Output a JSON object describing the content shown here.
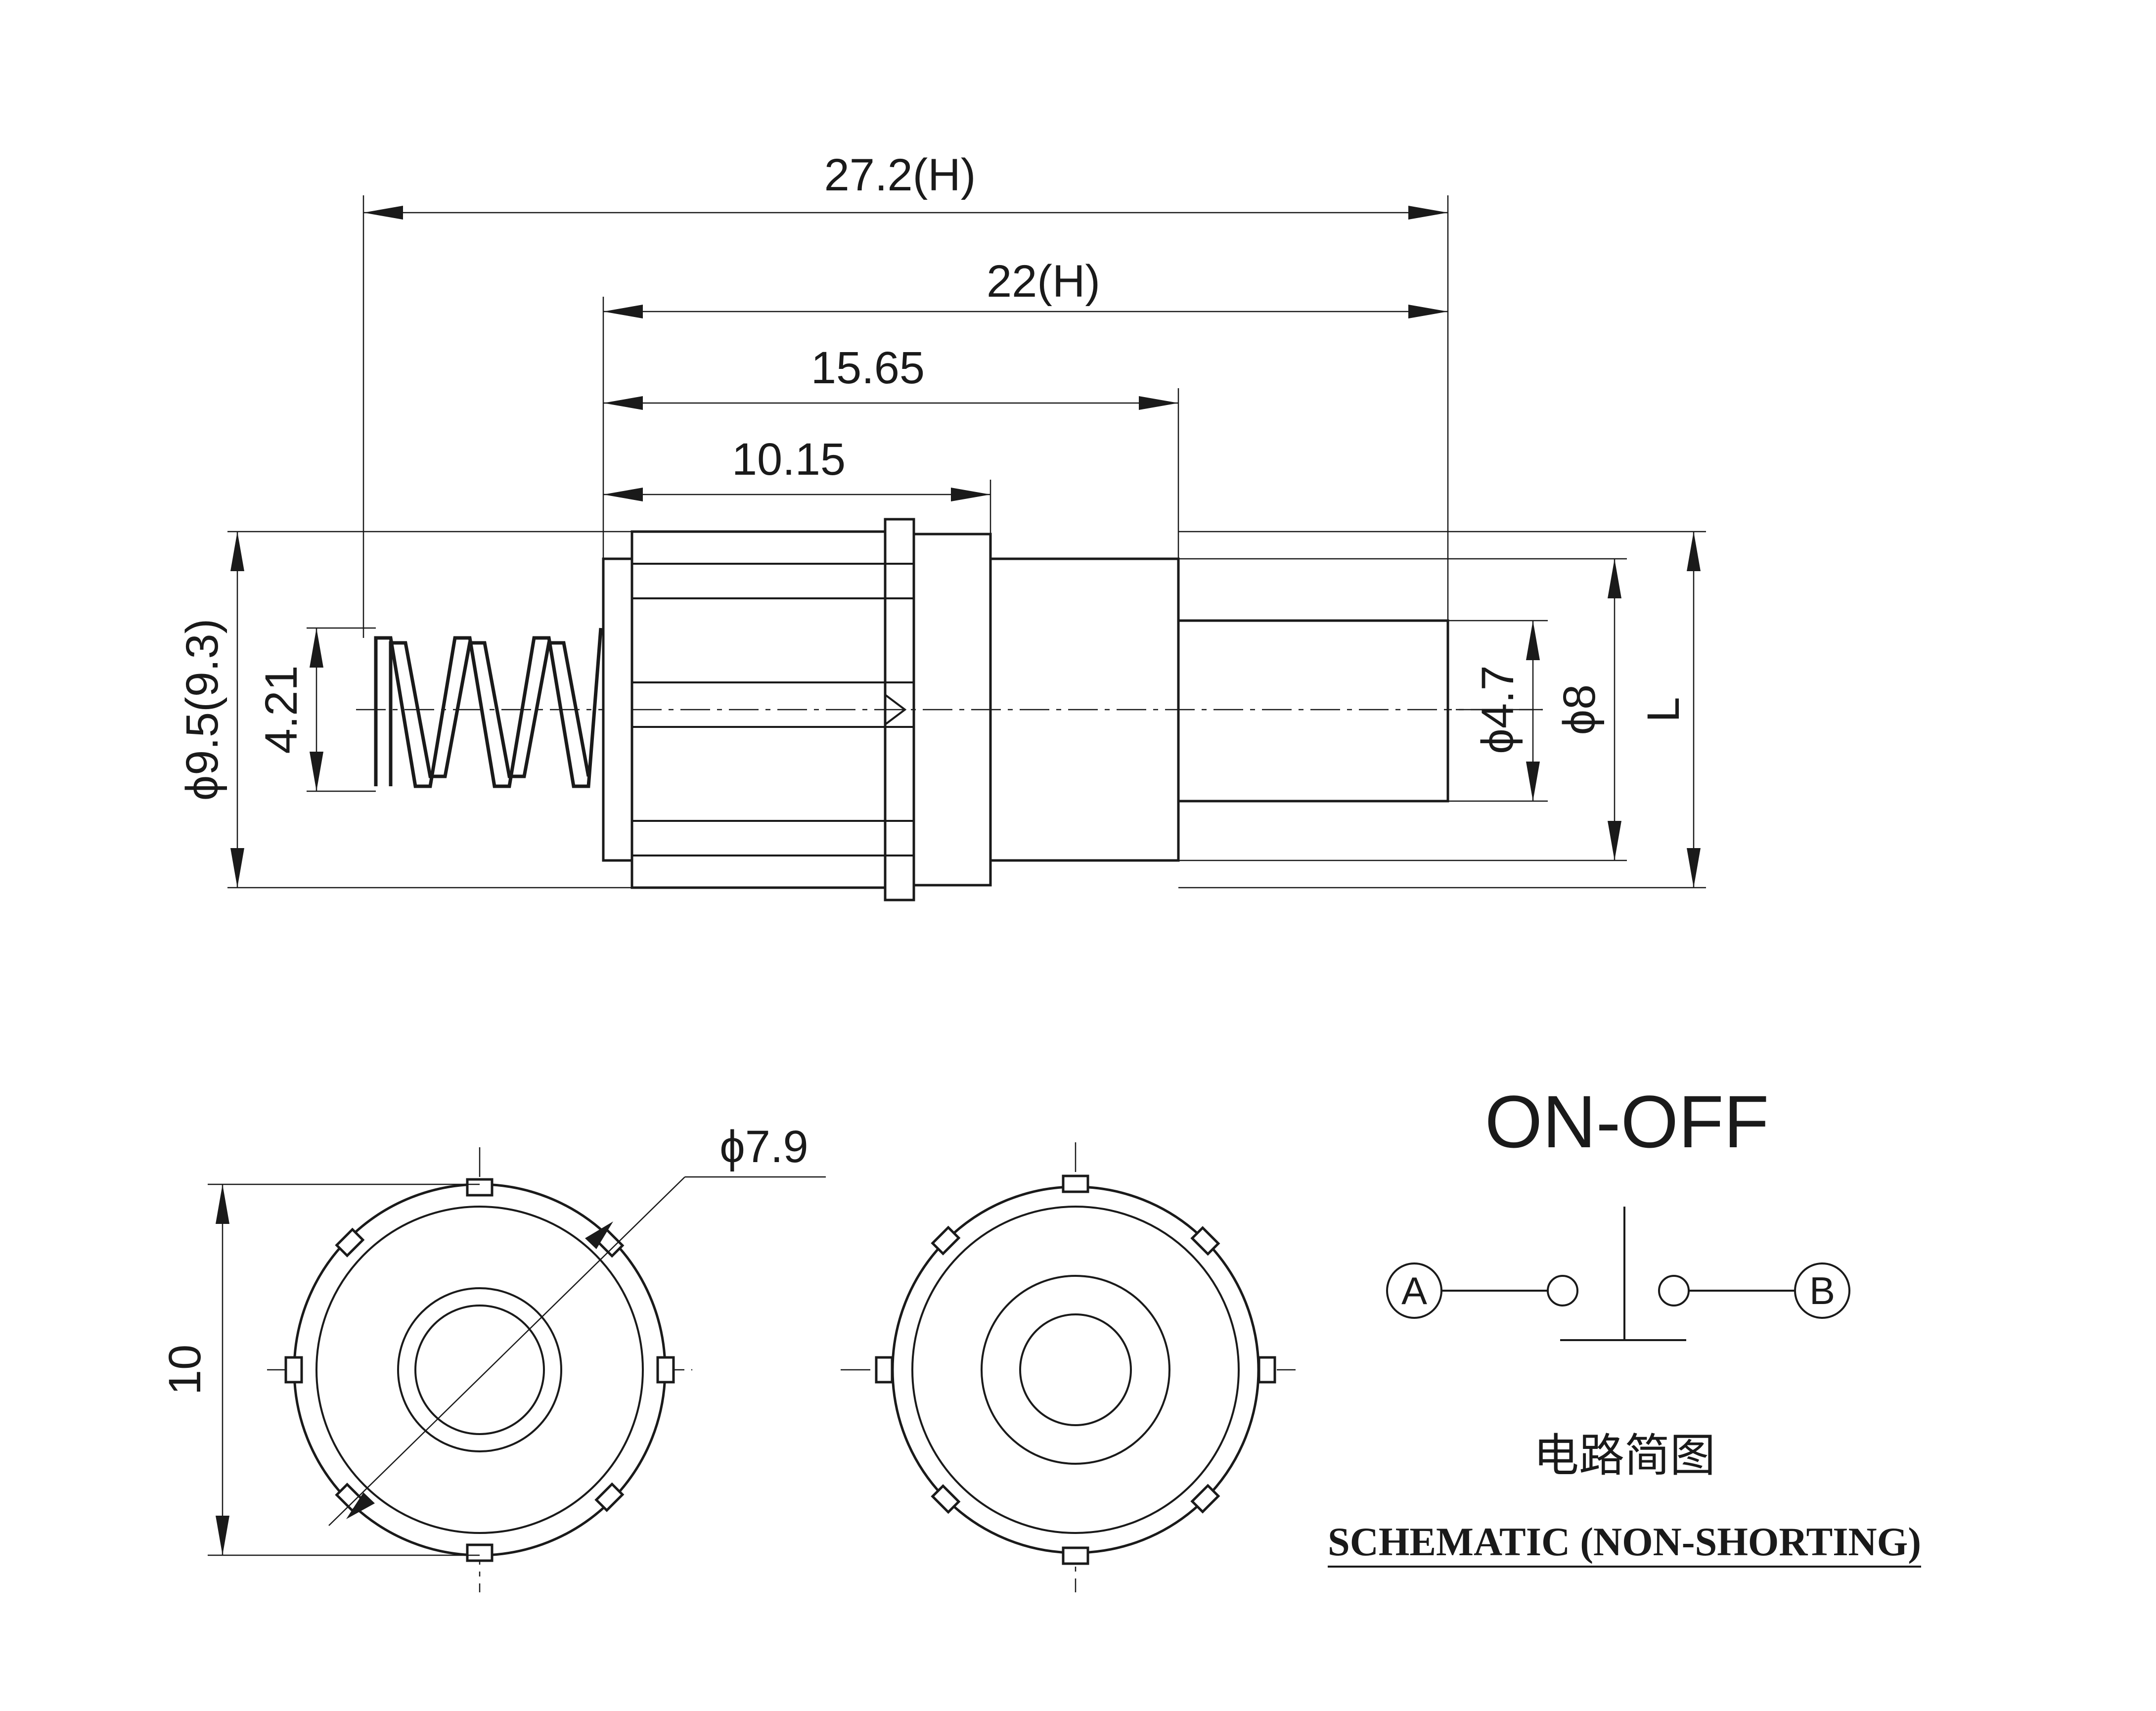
{
  "dimensions": {
    "overall_height": "27.2(H)",
    "body_height": "22(H)",
    "step_length": "15.65",
    "flange_length": "10.15",
    "outer_diameter": "ϕ9.5(9.3)",
    "spring_diameter": "4.21",
    "tip_diameter": "ϕ4.7",
    "shaft_diameter": "ϕ8",
    "length_label": "L",
    "inner_diameter": "ϕ7.9",
    "face_width": "10"
  },
  "schematic": {
    "title": "ON-OFF",
    "terminal_a": "A",
    "terminal_b": "B",
    "caption_cn": "电路简图",
    "caption_en": "SCHEMATIC (NON-SHORTING)"
  }
}
